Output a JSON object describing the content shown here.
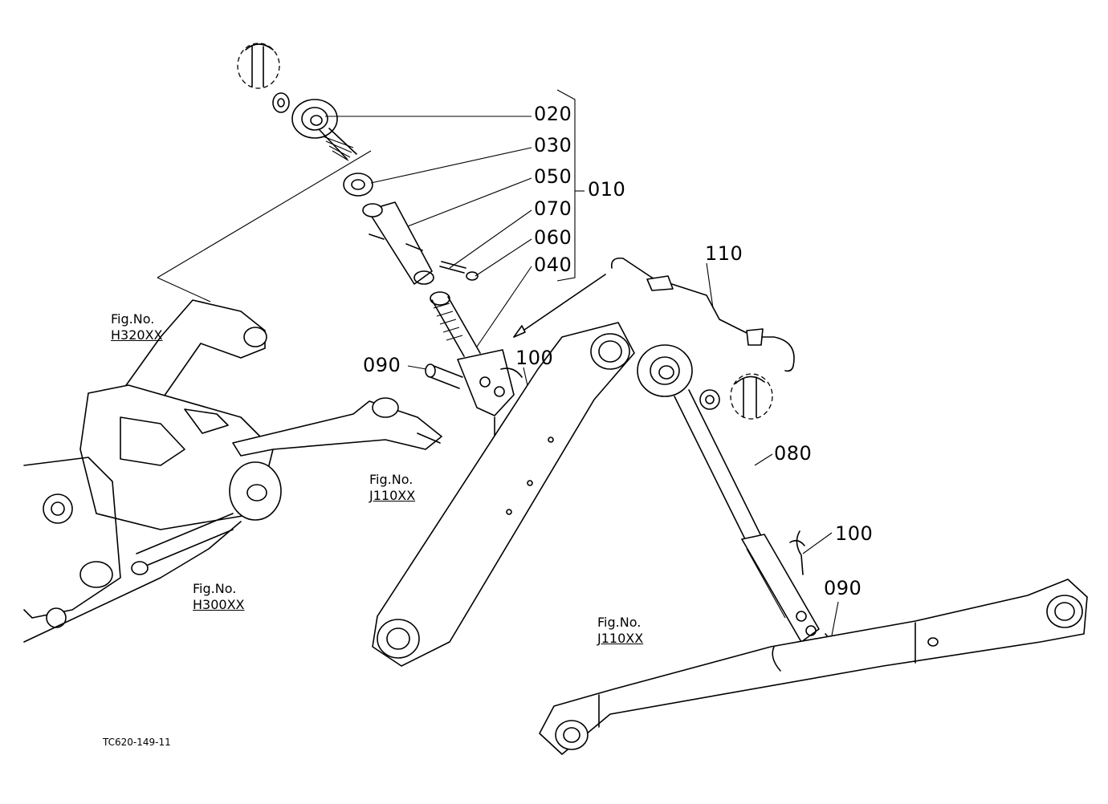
{
  "callouts": {
    "p020": "020",
    "p030": "030",
    "p050": "050",
    "p070": "070",
    "p060": "060",
    "p040": "040",
    "p010": "010",
    "p110": "110",
    "p090a": "090",
    "p100a": "100",
    "p080": "080",
    "p100b": "100",
    "p090b": "090"
  },
  "figure_refs": {
    "h320": {
      "prefix": "Fig.No.",
      "code": "H320XX"
    },
    "h300": {
      "prefix": "Fig.No.",
      "code": "H300XX"
    },
    "j110a": {
      "prefix": "Fig.No.",
      "code": "J110XX"
    },
    "j110b": {
      "prefix": "Fig.No.",
      "code": "J110XX"
    }
  },
  "drawing_id": "TC620-149-11"
}
